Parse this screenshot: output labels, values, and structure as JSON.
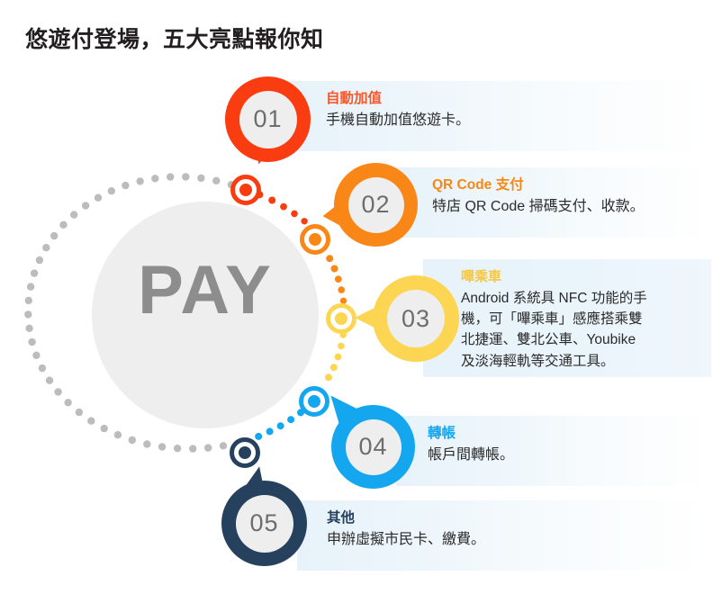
{
  "page": {
    "title": "悠遊付登場，五大亮點報你知",
    "hub_label": "PAY",
    "background": "#ffffff"
  },
  "palette": {
    "item01": "#f93d10",
    "item02": "#f98717",
    "item03": "#fcd652",
    "item04": "#14a7f0",
    "item05": "#26415e",
    "arc_gray": "#bcbcbc",
    "hub_fill": "#eeeeee",
    "hub_text": "#8d8d8d",
    "number_text": "#6d6d6d",
    "body_text": "#2b2b2b",
    "panel_tint": "#e7f2fa"
  },
  "items": [
    {
      "number": "01",
      "heading": "自動加值",
      "body": "手機自動加值悠遊卡。",
      "color": "#f93d10",
      "heading_color": "#f9572a"
    },
    {
      "number": "02",
      "heading": "QR Code 支付",
      "body": "特店 QR Code 掃碼支付、收款。",
      "color": "#f98717",
      "heading_color": "#f98717"
    },
    {
      "number": "03",
      "heading": "嗶乘車",
      "body": "Android 系統具 NFC 功能的手\n機，可「嗶乘車」感應搭乘雙\n北捷運、雙北公車、Youbike\n及淡海輕軌等交通工具。",
      "color": "#fcd652",
      "heading_color": "#f5c842"
    },
    {
      "number": "04",
      "heading": "轉帳",
      "body": "帳戶間轉帳。",
      "color": "#14a7f0",
      "heading_color": "#14a7f0"
    },
    {
      "number": "05",
      "heading": "其他",
      "body": "申辦虛擬市民卡、繳費。",
      "color": "#26415e",
      "heading_color": "#26415e"
    }
  ],
  "nodes": [
    {
      "label": "node-marker-01",
      "color": "#f93d10"
    },
    {
      "label": "node-marker-02",
      "color": "#f98717"
    },
    {
      "label": "node-marker-03",
      "color": "#fcd652"
    },
    {
      "label": "node-marker-04",
      "color": "#14a7f0"
    },
    {
      "label": "node-marker-05",
      "color": "#26415e"
    }
  ]
}
